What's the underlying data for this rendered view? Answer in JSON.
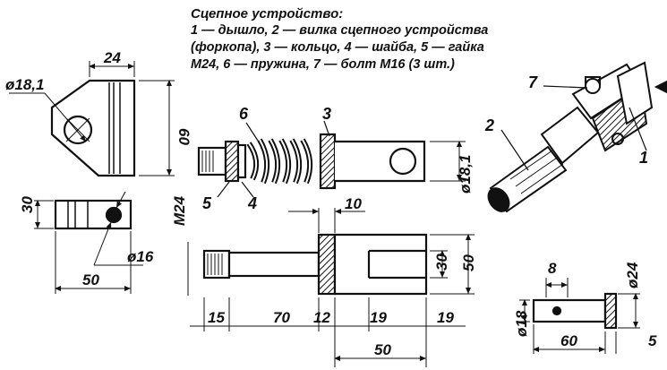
{
  "caption": {
    "title": "Сцепное устройство:",
    "lines": [
      "1 — дышло, 2 — вилка сцепного устройства",
      "(форкопа), 3 — кольцо, 4 — шайба, 5 — гайка",
      "М24, 6 — пружина, 7 — болт М16 (3 шт.)"
    ]
  },
  "part_labels": {
    "p1": "1",
    "p2": "2",
    "p3": "3",
    "p4": "4",
    "p5": "5",
    "p6": "6",
    "p7": "7"
  },
  "dimensions": {
    "plate_hole_dia": "ø18,1",
    "plate_width": "24",
    "plate_height": "60",
    "block_height": "30",
    "block_hole_dia": "ø16",
    "block_length": "50",
    "spring_bar_dia": "ø18,1",
    "thread": "М24",
    "collar": "10",
    "fork_slot": "30",
    "fork_height": "50",
    "seg_15": "15",
    "seg_70": "70",
    "seg_12": "12",
    "seg_19a": "19",
    "seg_19b": "19",
    "fork_length": "50",
    "pin_8": "8",
    "pin_head_dia": "ø24",
    "pin_dia": "ø18",
    "pin_length": "60",
    "pin_head_len": "5"
  }
}
